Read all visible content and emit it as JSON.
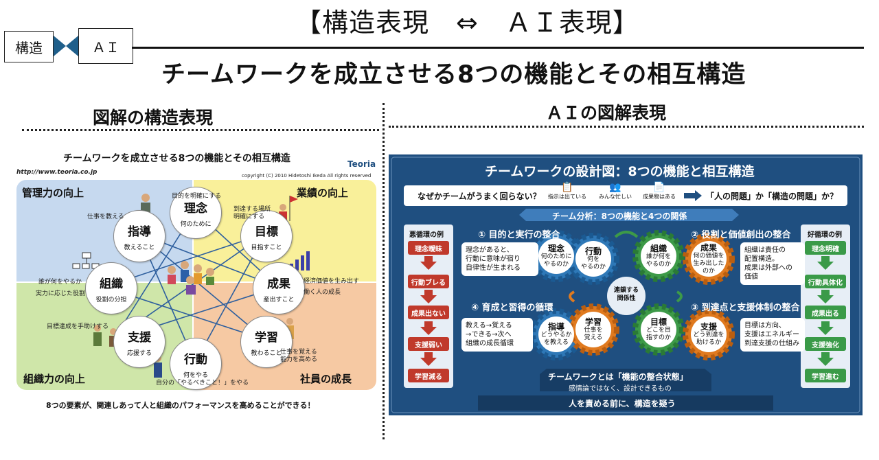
{
  "header": {
    "tag_left": "構造",
    "tag_right": "ＡＩ",
    "title": "【構造表現　⇔　ＡＩ表現】",
    "subtitle": "チームワークを成立させる8つの機能とその相互構造"
  },
  "columns": {
    "left_title": "図解の構造表現",
    "right_title": "ＡＩの図解表現"
  },
  "left_diagram": {
    "title": "チームワークを成立させる8つの機能とその相互構造",
    "url": "http://www.teoria.co.jp",
    "logo": "Teoria",
    "copyright": "copyright (C) 2010  Hidetoshi  Ikeda All rights reserved",
    "quadrants": {
      "top_left": "管理力の向上",
      "top_right": "業績の向上",
      "bottom_left": "組織力の向上",
      "bottom_right": "社員の成長"
    },
    "nodes": {
      "rinen": {
        "name": "理念",
        "desc": "何のために"
      },
      "shidou": {
        "name": "指導",
        "desc": "教えること"
      },
      "mokuhyou": {
        "name": "目標",
        "desc": "目指すこと"
      },
      "soshiki": {
        "name": "組織",
        "desc": "役割の分担"
      },
      "seika": {
        "name": "成果",
        "desc": "産出すこと"
      },
      "shien": {
        "name": "支援",
        "desc": "応援する"
      },
      "gakushu": {
        "name": "学習",
        "desc": "教わること"
      },
      "koudou": {
        "name": "行動",
        "desc": "何をやる"
      }
    },
    "annotations": {
      "a1": "目的を明確にする",
      "a2": "仕事を教える",
      "a3": "到達する場所",
      "a4": "明確にする",
      "a5": "誰が何をやるか",
      "a6": "実力に応じた役割",
      "a7": "経済価値を生み出す",
      "a8": "働く人の成長",
      "a9": "目標達成を手助けする",
      "a10": "仕事を覚える",
      "a11": "能力を高める",
      "a12": "自分の「やるべきこと！」をやる"
    },
    "footer": "8つの要素が、関連しあって人と組織のパフォーマンスを高めることができる！"
  },
  "right_diagram": {
    "title": "チームワークの設計図：8つの機能と相互構造",
    "question": "なぜかチームがうまく回らない？",
    "icons": [
      {
        "icon": "clipboard-icon",
        "label": "指示は出ている"
      },
      {
        "icon": "people-icon",
        "label": "みんな忙しい"
      },
      {
        "icon": "document-icon",
        "label": "成果物はある"
      }
    ],
    "question_answer": "「人の問題」か「構造の問題」か？",
    "analysis_banner": "チーム分析：8つの機能と4つの関係",
    "bad_title": "悪循環の例",
    "bad_items": [
      "理念曖昧",
      "行動ブレる",
      "成果出ない",
      "支援弱い",
      "学習減る"
    ],
    "good_title": "好循環の例",
    "good_items": [
      "理念明確",
      "行動具体化",
      "成果出る",
      "支援強化",
      "学習進む"
    ],
    "sections": {
      "s1": "① 目的と実行の整合",
      "s2": "② 役割と価値創出の整合",
      "s3": "③ 到達点と支援体制の整合",
      "s4": "④ 育成と習得の循環"
    },
    "boxes": {
      "b1": [
        "理念があると、",
        "行動に意味が宿り",
        "自律性が生まれる"
      ],
      "b2": [
        "組織は責任の",
        "配置構造。",
        "成果は外部への",
        "価値"
      ],
      "b3": [
        "目標は方向、",
        "支援はエネルギー",
        "到達支援の仕組み"
      ],
      "b4": [
        "教える→覚える",
        "→できる→次へ",
        "組織の成長循環"
      ]
    },
    "gears": {
      "rinen": {
        "name": "理念",
        "sub": [
          "何のために",
          "やるのか"
        ]
      },
      "koudou": {
        "name": "行動",
        "sub": [
          "何を",
          "やるのか"
        ]
      },
      "soshiki": {
        "name": "組織",
        "sub": [
          "誰が何を",
          "やるのか"
        ]
      },
      "seika": {
        "name": "成果",
        "sub": [
          "何の価値を",
          "生み出した",
          "のか"
        ]
      },
      "shidou": {
        "name": "指導",
        "sub": [
          "どうやるか",
          "を教える"
        ]
      },
      "gakushu": {
        "name": "学習",
        "sub": [
          "仕事を",
          "覚える"
        ]
      },
      "mokuhyou": {
        "name": "目標",
        "sub": [
          "どこを目",
          "指すのか"
        ]
      },
      "shien": {
        "name": "支援",
        "sub": [
          "どう到達を",
          "助けるか"
        ]
      }
    },
    "center": [
      "連鎖する",
      "関係性"
    ],
    "conclusion_1": "チームワークとは「機能の整合状態」",
    "conclusion_2": "感情論ではなく、設計できるもの",
    "conclusion_3": "人を責める前に、構造を疑う",
    "colors": {
      "bg": "#1f4f80",
      "blue_gear": "#2e78b7",
      "green_gear": "#3d9a48",
      "orange_gear": "#e07a1f",
      "bad": "#c0392b",
      "good": "#3a9a48"
    }
  }
}
